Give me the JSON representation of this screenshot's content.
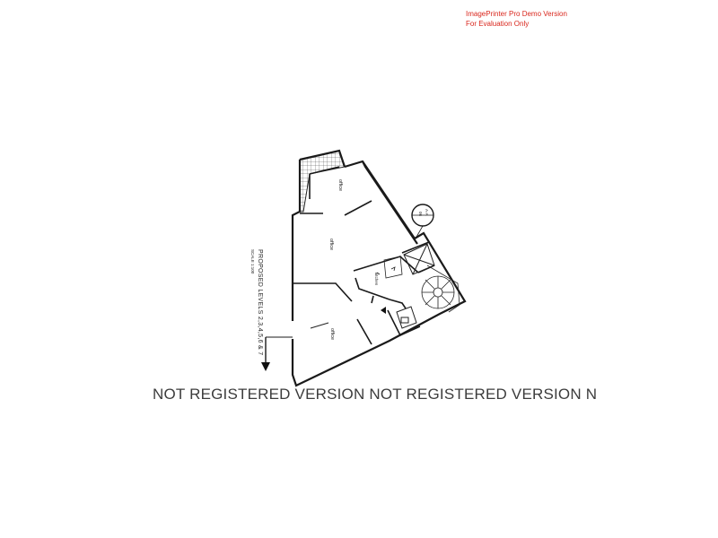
{
  "demo_notice": {
    "line1": "ImagePrinter Pro Demo Version",
    "line2": "For Evaluation Only"
  },
  "drawing": {
    "title": "PROPOSED LEVELS 2,3,4,5,6 & 7",
    "scale": "SCALE 1:100",
    "rooms": [
      "office",
      "office",
      "office",
      "kitchen"
    ],
    "section_marker": {
      "letter": "A-A",
      "sheet": "06"
    }
  },
  "watermark": "NOT REGISTERED VERSION NOT REGISTERED VERSION N"
}
